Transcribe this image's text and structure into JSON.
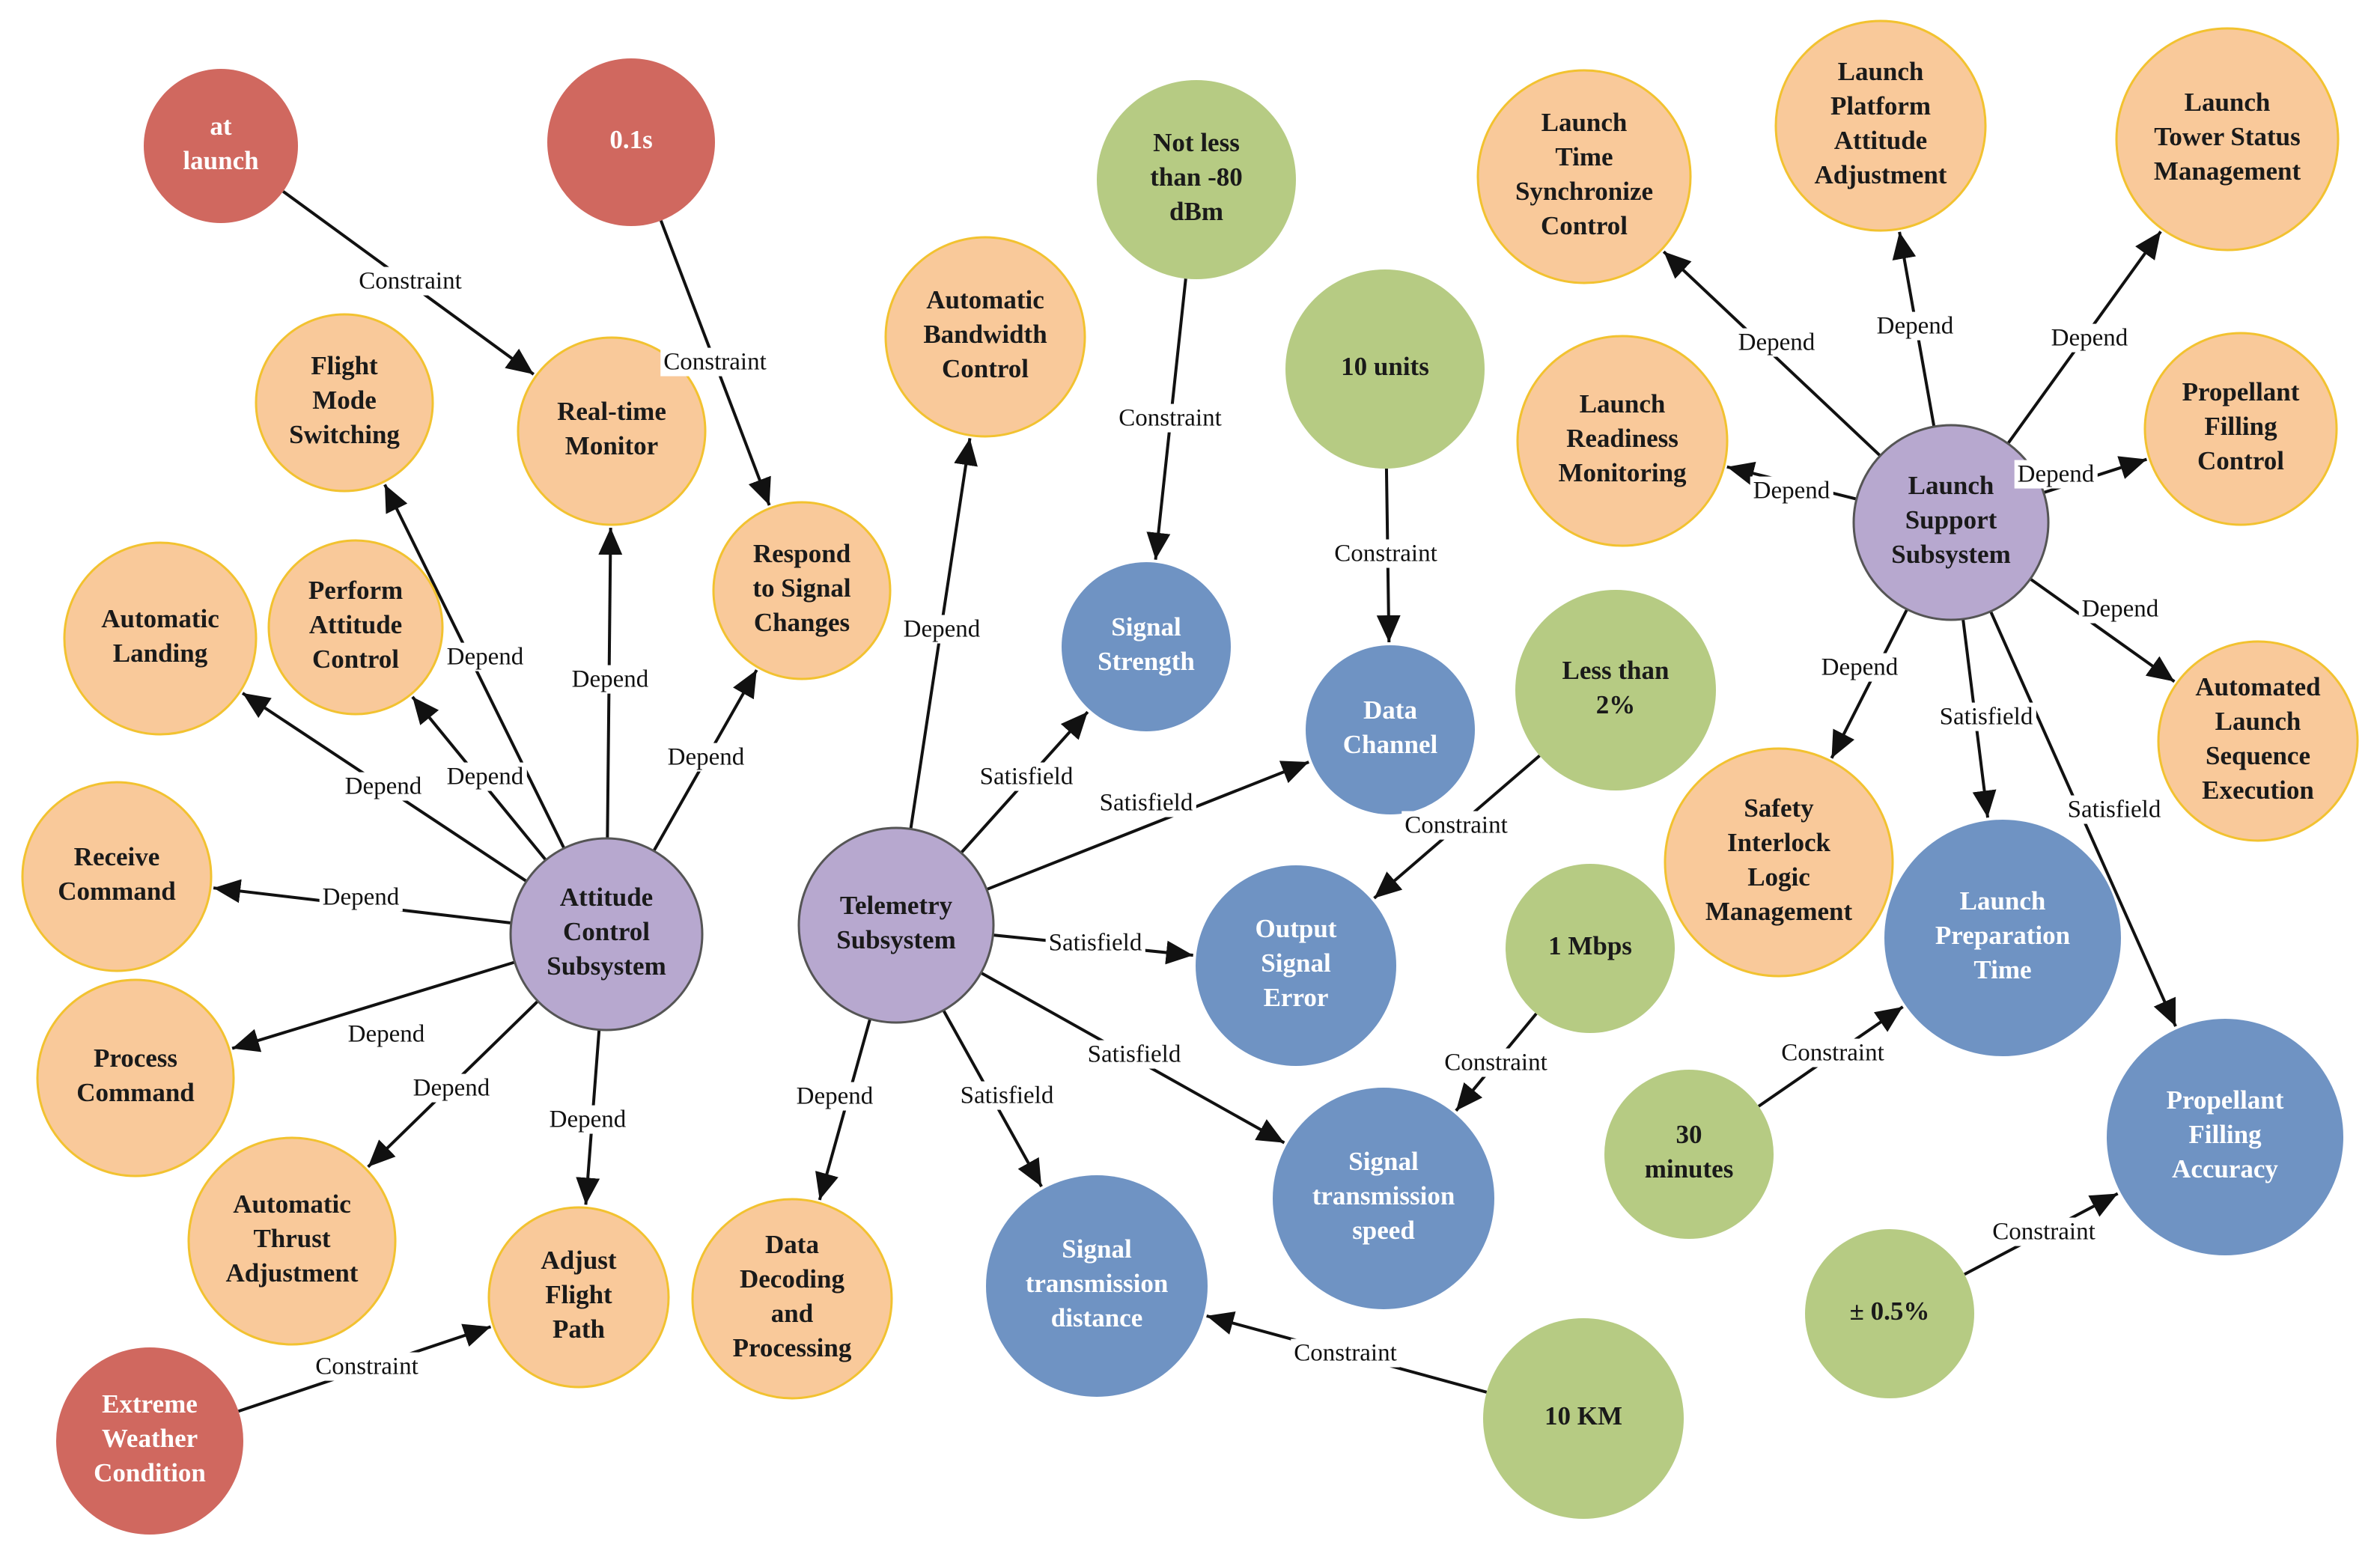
{
  "colors": {
    "subsystem": "#b7a8cf",
    "requirement": "#f9c99a",
    "measurable": "#6f93c3",
    "value": "#b6cb83",
    "constraint": "#d0685f",
    "requirement_stroke": "#f2c230",
    "text_dark": "#1a1a1a",
    "text_light": "#ffffff"
  },
  "nodes": [
    {
      "id": "at-launch",
      "kind": "constraint",
      "label": [
        "at",
        "launch"
      ]
    },
    {
      "id": "t-0-1s",
      "kind": "constraint",
      "label": [
        "0.1s"
      ]
    },
    {
      "id": "extreme-weather",
      "kind": "constraint",
      "label": [
        "Extreme",
        "Weather",
        "Condition"
      ]
    },
    {
      "id": "attitude-control-subsystem",
      "kind": "subsystem",
      "label": [
        "Attitude",
        "Control",
        "Subsystem"
      ]
    },
    {
      "id": "telemetry-subsystem",
      "kind": "subsystem",
      "label": [
        "Telemetry",
        "Subsystem"
      ]
    },
    {
      "id": "launch-support-subsystem",
      "kind": "subsystem",
      "label": [
        "Launch",
        "Support",
        "Subsystem"
      ]
    },
    {
      "id": "flight-mode-switching",
      "kind": "requirement",
      "label": [
        "Flight",
        "Mode",
        "Switching"
      ]
    },
    {
      "id": "real-time-monitor",
      "kind": "requirement",
      "label": [
        "Real-time",
        "Monitor"
      ]
    },
    {
      "id": "respond-to-signal-changes",
      "kind": "requirement",
      "label": [
        "Respond",
        "to Signal",
        "Changes"
      ]
    },
    {
      "id": "automatic-landing",
      "kind": "requirement",
      "label": [
        "Automatic",
        "Landing"
      ]
    },
    {
      "id": "perform-attitude-control",
      "kind": "requirement",
      "label": [
        "Perform",
        "Attitude",
        "Control"
      ]
    },
    {
      "id": "receive-command",
      "kind": "requirement",
      "label": [
        "Receive",
        "Command"
      ]
    },
    {
      "id": "process-command",
      "kind": "requirement",
      "label": [
        "Process",
        "Command"
      ]
    },
    {
      "id": "automatic-thrust-adjustment",
      "kind": "requirement",
      "label": [
        "Automatic",
        "Thrust",
        "Adjustment"
      ]
    },
    {
      "id": "adjust-flight-path",
      "kind": "requirement",
      "label": [
        "Adjust",
        "Flight",
        "Path"
      ]
    },
    {
      "id": "automatic-bandwidth-control",
      "kind": "requirement",
      "label": [
        "Automatic",
        "Bandwidth",
        "Control"
      ]
    },
    {
      "id": "data-decoding-processing",
      "kind": "requirement",
      "label": [
        "Data",
        "Decoding",
        "and",
        "Processing"
      ]
    },
    {
      "id": "launch-time-sync-control",
      "kind": "requirement",
      "label": [
        "Launch",
        "Time",
        "Synchronize",
        "Control"
      ]
    },
    {
      "id": "launch-platform-attitude-adjustment",
      "kind": "requirement",
      "label": [
        "Launch",
        "Platform",
        "Attitude",
        "Adjustment"
      ]
    },
    {
      "id": "launch-tower-status-management",
      "kind": "requirement",
      "label": [
        "Launch",
        "Tower Status",
        "Management"
      ]
    },
    {
      "id": "launch-readiness-monitoring",
      "kind": "requirement",
      "label": [
        "Launch",
        "Readiness",
        "Monitoring"
      ]
    },
    {
      "id": "propellant-filling-control",
      "kind": "requirement",
      "label": [
        "Propellant",
        "Filling",
        "Control"
      ]
    },
    {
      "id": "automated-launch-sequence",
      "kind": "requirement",
      "label": [
        "Automated",
        "Launch",
        "Sequence",
        "Execution"
      ]
    },
    {
      "id": "safety-interlock-logic",
      "kind": "requirement",
      "label": [
        "Safety",
        "Interlock",
        "Logic",
        "Management"
      ]
    },
    {
      "id": "signal-strength",
      "kind": "measurable",
      "label": [
        "Signal",
        "Strength"
      ]
    },
    {
      "id": "data-channel",
      "kind": "measurable",
      "label": [
        "Data",
        "Channel"
      ]
    },
    {
      "id": "output-signal-error",
      "kind": "measurable",
      "label": [
        "Output",
        "Signal",
        "Error"
      ]
    },
    {
      "id": "signal-transmission-speed",
      "kind": "measurable",
      "label": [
        "Signal",
        "transmission",
        "speed"
      ]
    },
    {
      "id": "signal-transmission-distance",
      "kind": "measurable",
      "label": [
        "Signal",
        "transmission",
        "distance"
      ]
    },
    {
      "id": "launch-preparation-time",
      "kind": "measurable",
      "label": [
        "Launch",
        "Preparation",
        "Time"
      ]
    },
    {
      "id": "propellant-filling-accuracy",
      "kind": "measurable",
      "label": [
        "Propellant",
        "Filling",
        "Accuracy"
      ]
    },
    {
      "id": "not-less-than-80dbm",
      "kind": "value",
      "label": [
        "Not less",
        "than -80",
        "dBm"
      ]
    },
    {
      "id": "ten-units",
      "kind": "value",
      "label": [
        "10 units"
      ]
    },
    {
      "id": "less-than-2pct",
      "kind": "value",
      "label": [
        "Less than",
        "2%"
      ]
    },
    {
      "id": "one-mbps",
      "kind": "value",
      "label": [
        "1 Mbps"
      ]
    },
    {
      "id": "thirty-minutes",
      "kind": "value",
      "label": [
        "30",
        "minutes"
      ]
    },
    {
      "id": "plus-minus-half-pct",
      "kind": "value",
      "label": [
        "± 0.5%"
      ]
    },
    {
      "id": "ten-km",
      "kind": "value",
      "label": [
        "10 KM"
      ]
    }
  ],
  "edges": [
    {
      "id": "e1",
      "from": "at-launch",
      "to": "real-time-monitor",
      "label": "Constraint"
    },
    {
      "id": "e2",
      "from": "t-0-1s",
      "to": "respond-to-signal-changes",
      "label": "Constraint"
    },
    {
      "id": "e3",
      "from": "extreme-weather",
      "to": "adjust-flight-path",
      "label": "Constraint"
    },
    {
      "id": "e4",
      "from": "attitude-control-subsystem",
      "to": "flight-mode-switching",
      "label": "Depend"
    },
    {
      "id": "e5",
      "from": "attitude-control-subsystem",
      "to": "real-time-monitor",
      "label": "Depend"
    },
    {
      "id": "e6",
      "from": "attitude-control-subsystem",
      "to": "respond-to-signal-changes",
      "label": "Depend"
    },
    {
      "id": "e7",
      "from": "attitude-control-subsystem",
      "to": "automatic-landing",
      "label": "Depend"
    },
    {
      "id": "e8",
      "from": "attitude-control-subsystem",
      "to": "perform-attitude-control",
      "label": "Depend"
    },
    {
      "id": "e9",
      "from": "attitude-control-subsystem",
      "to": "receive-command",
      "label": "Depend"
    },
    {
      "id": "e10",
      "from": "attitude-control-subsystem",
      "to": "process-command",
      "label": "Depend"
    },
    {
      "id": "e11",
      "from": "attitude-control-subsystem",
      "to": "automatic-thrust-adjustment",
      "label": "Depend"
    },
    {
      "id": "e12",
      "from": "attitude-control-subsystem",
      "to": "adjust-flight-path",
      "label": "Depend"
    },
    {
      "id": "e13",
      "from": "telemetry-subsystem",
      "to": "automatic-bandwidth-control",
      "label": "Depend"
    },
    {
      "id": "e14",
      "from": "telemetry-subsystem",
      "to": "data-decoding-processing",
      "label": "Depend"
    },
    {
      "id": "e15",
      "from": "telemetry-subsystem",
      "to": "signal-strength",
      "label": "Satisfield"
    },
    {
      "id": "e16",
      "from": "telemetry-subsystem",
      "to": "data-channel",
      "label": "Satisfield"
    },
    {
      "id": "e17",
      "from": "telemetry-subsystem",
      "to": "output-signal-error",
      "label": "Satisfield"
    },
    {
      "id": "e18",
      "from": "telemetry-subsystem",
      "to": "signal-transmission-speed",
      "label": "Satisfield"
    },
    {
      "id": "e19",
      "from": "telemetry-subsystem",
      "to": "signal-transmission-distance",
      "label": "Satisfield"
    },
    {
      "id": "e20",
      "from": "not-less-than-80dbm",
      "to": "signal-strength",
      "label": "Constraint"
    },
    {
      "id": "e21",
      "from": "ten-units",
      "to": "data-channel",
      "label": "Constraint"
    },
    {
      "id": "e22",
      "from": "less-than-2pct",
      "to": "output-signal-error",
      "label": "Constraint"
    },
    {
      "id": "e23",
      "from": "one-mbps",
      "to": "signal-transmission-speed",
      "label": "Constraint"
    },
    {
      "id": "e24",
      "from": "ten-km",
      "to": "signal-transmission-distance",
      "label": "Constraint"
    },
    {
      "id": "e25",
      "from": "launch-support-subsystem",
      "to": "launch-time-sync-control",
      "label": "Depend"
    },
    {
      "id": "e26",
      "from": "launch-support-subsystem",
      "to": "launch-platform-attitude-adjustment",
      "label": "Depend"
    },
    {
      "id": "e27",
      "from": "launch-support-subsystem",
      "to": "launch-tower-status-management",
      "label": "Depend"
    },
    {
      "id": "e28",
      "from": "launch-support-subsystem",
      "to": "launch-readiness-monitoring",
      "label": "Depend"
    },
    {
      "id": "e29",
      "from": "launch-support-subsystem",
      "to": "propellant-filling-control",
      "label": "Depend"
    },
    {
      "id": "e30",
      "from": "launch-support-subsystem",
      "to": "automated-launch-sequence",
      "label": "Depend"
    },
    {
      "id": "e31",
      "from": "launch-support-subsystem",
      "to": "safety-interlock-logic",
      "label": "Depend"
    },
    {
      "id": "e32",
      "from": "launch-support-subsystem",
      "to": "launch-preparation-time",
      "label": "Satisfield"
    },
    {
      "id": "e33",
      "from": "launch-support-subsystem",
      "to": "propellant-filling-accuracy",
      "label": "Satisfield"
    },
    {
      "id": "e34",
      "from": "thirty-minutes",
      "to": "launch-preparation-time",
      "label": "Constraint"
    },
    {
      "id": "e35",
      "from": "plus-minus-half-pct",
      "to": "propellant-filling-accuracy",
      "label": "Constraint"
    }
  ]
}
